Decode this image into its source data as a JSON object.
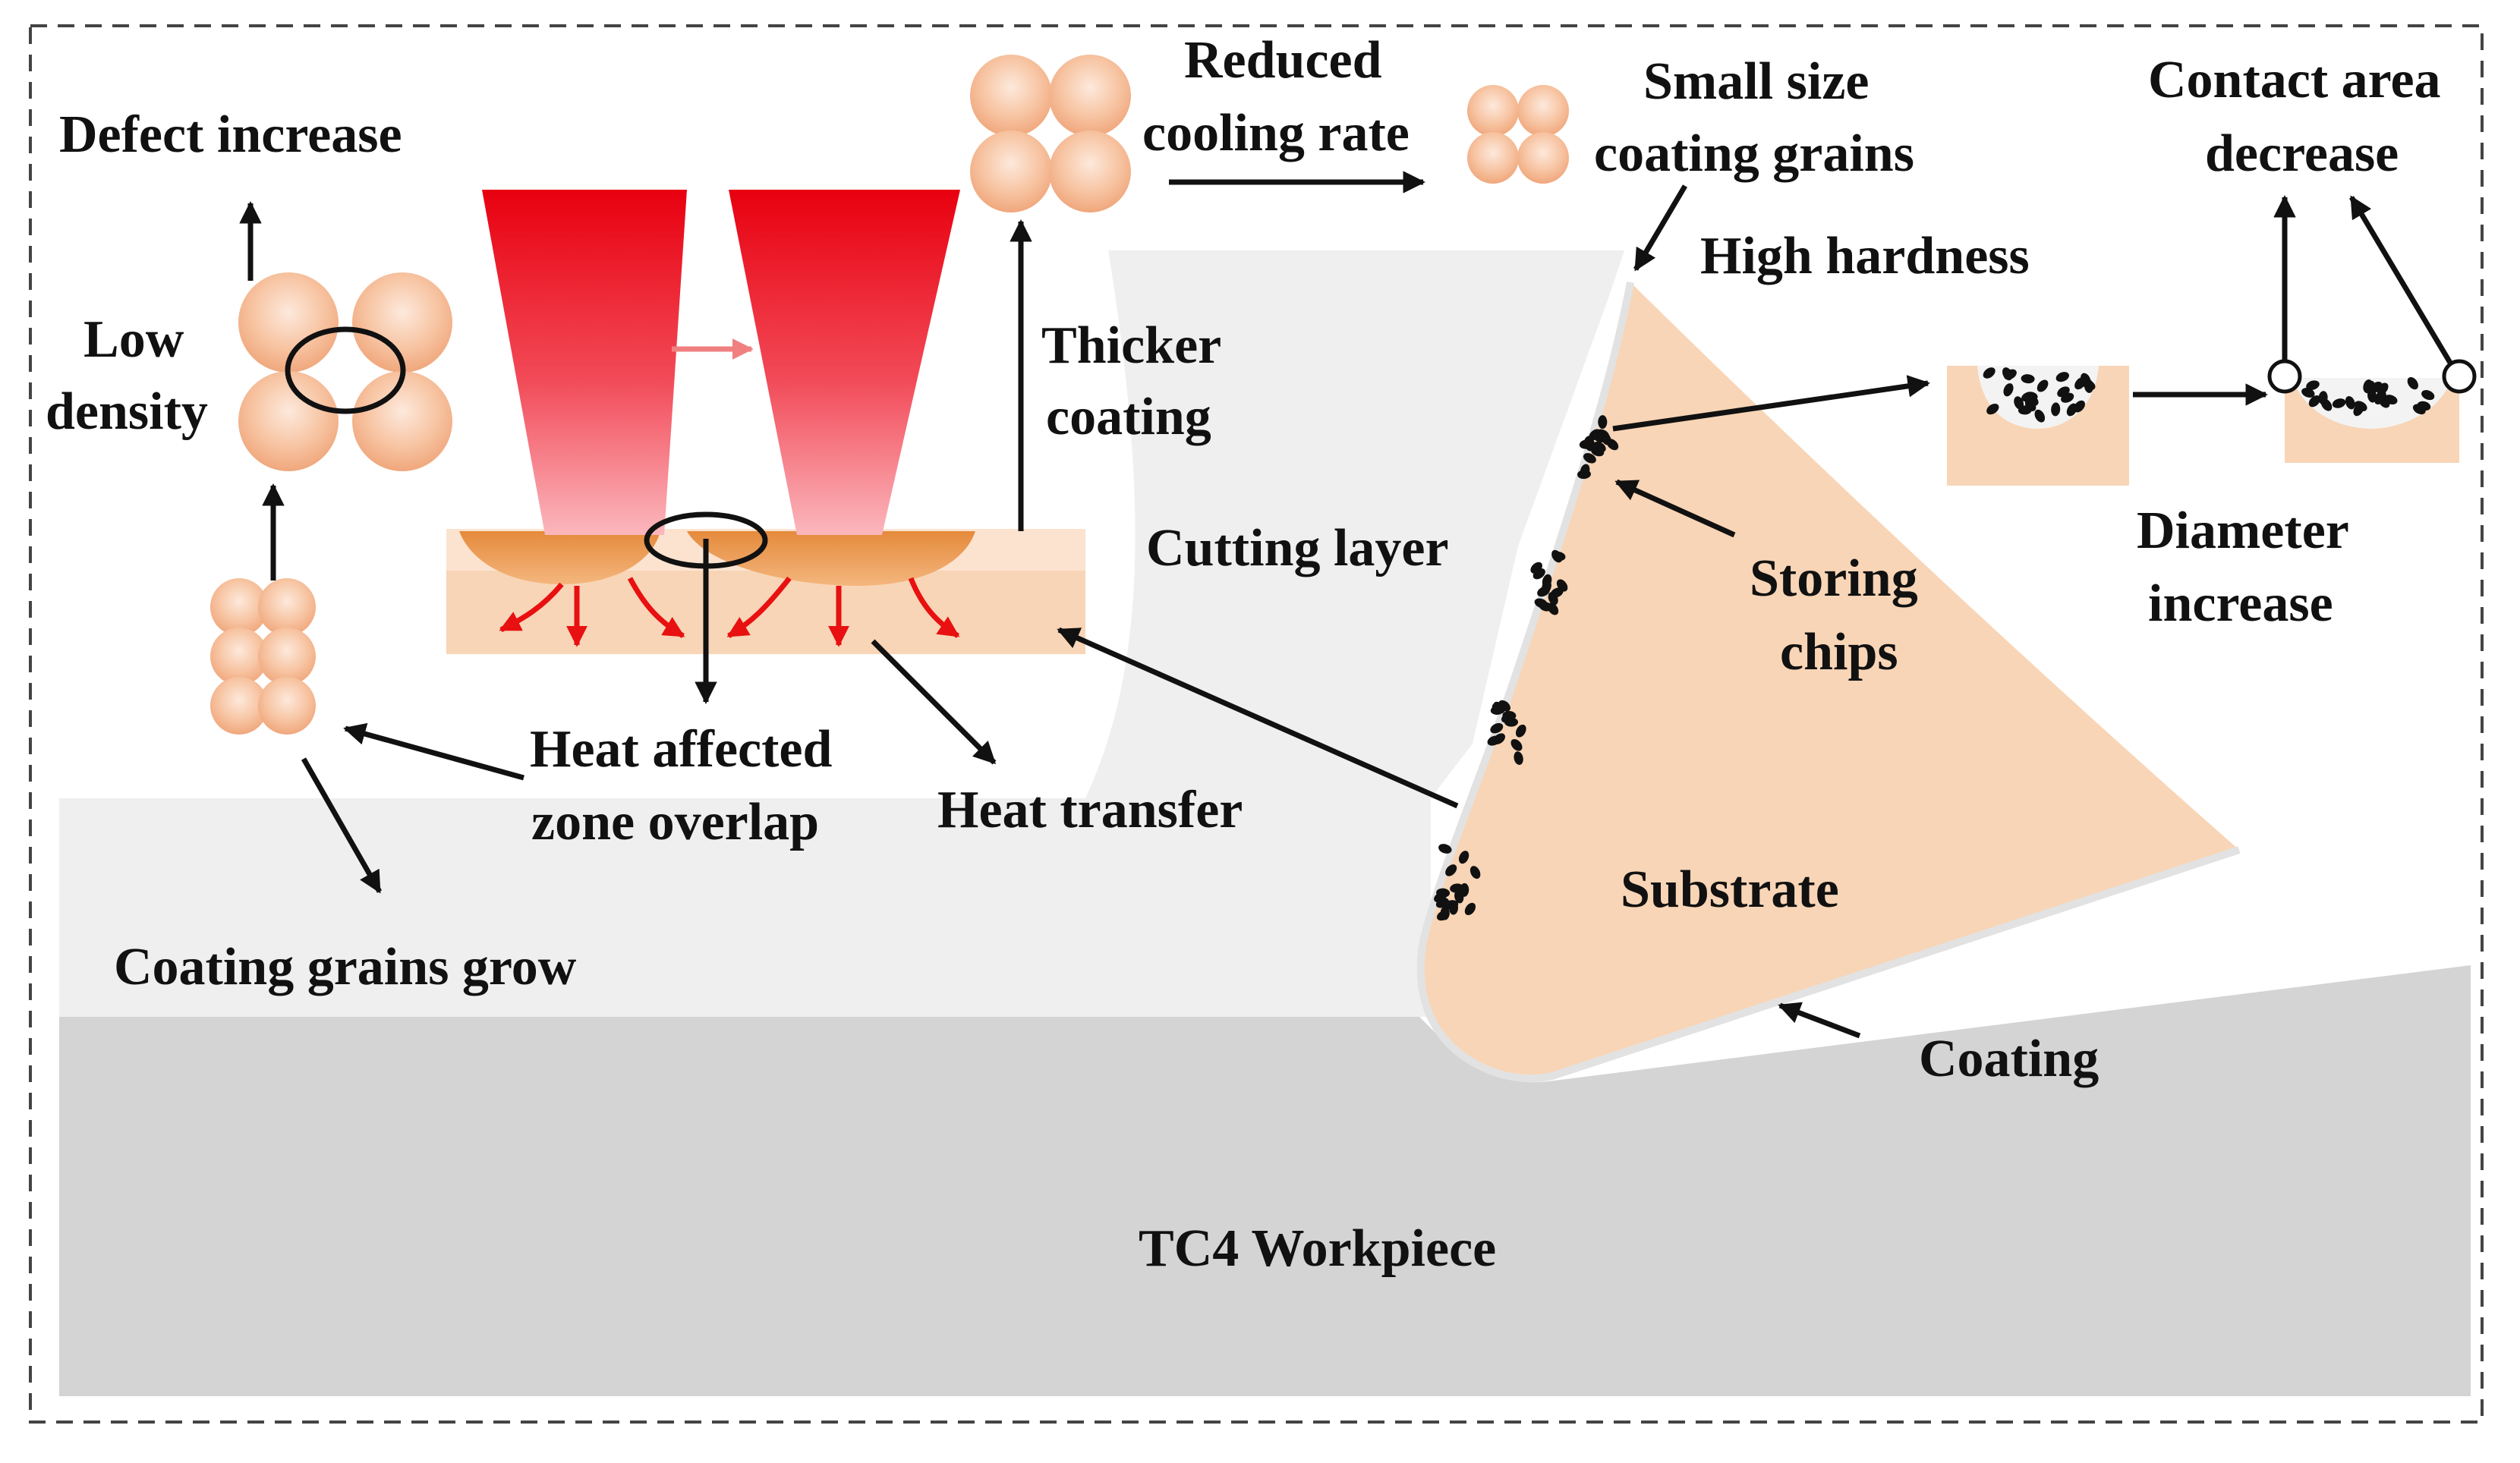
{
  "labels": {
    "defect_increase": "Defect increase",
    "low": "Low",
    "density": "density",
    "reduced": "Reduced",
    "cooling_rate": "cooling rate",
    "small_size": "Small size",
    "coating_grains": "coating grains",
    "high_hardness": "High hardness",
    "contact_area": "Contact area",
    "decrease": "decrease",
    "thicker": "Thicker",
    "coating_word": "coating",
    "cutting_layer": "Cutting layer",
    "storing": "Storing",
    "chips": "chips",
    "diameter": "Diameter",
    "increase": "increase",
    "heat_affected": "Heat affected",
    "zone_overlap": "zone overlap",
    "heat_transfer": "Heat transfer",
    "substrate": "Substrate",
    "coating_grains_grow": "Coating grains grow",
    "coating": "Coating",
    "workpiece": "TC4 Workpiece"
  },
  "colors": {
    "laser_red": "#e8000f",
    "grain_peach": "#f5b48c",
    "substrate_peach": "#f8d5b6",
    "cutting_layer_grey": "#efefef",
    "workpiece_grey": "#d4d4d4",
    "arrow_red": "#e81010",
    "arrow_black": "#111111"
  }
}
